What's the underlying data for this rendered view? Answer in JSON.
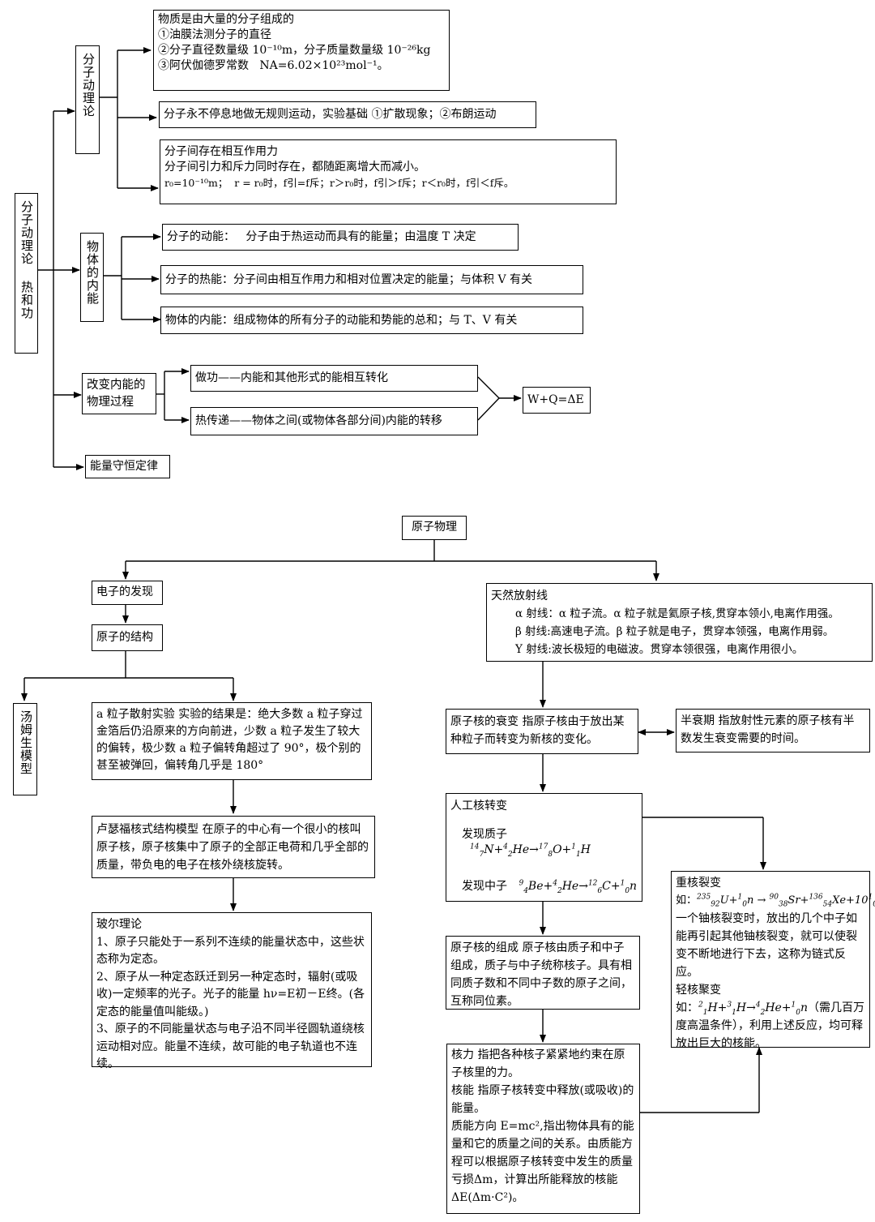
{
  "top": {
    "root": "分子动理论  热和功",
    "theory": "分子动理论",
    "inner_energy": "物体的内能",
    "process": "改变内能的物理过程",
    "conservation": "能量守恒定律",
    "box1": [
      "物质是由大量的分子组成的",
      "①油膜法测分子的直径",
      "②分子直径数量级 10⁻¹⁰m，分子质量数量级 10⁻²⁶kg",
      "③阿伏伽德罗常数   NA=6.02×10²³mol⁻¹。"
    ],
    "box2": "分子永不停息地做无规则运动，实验基础 ①扩散现象；②布朗运动",
    "box3": [
      "分子间存在相互作用力",
      "分子间引力和斥力同时存在，都随距离增大而减小。",
      "r₀=10⁻¹⁰m；  r = r₀时，f引=f斥；r＞r₀时，f引＞f斥；r＜r₀时，f引＜f斥。"
    ],
    "kinetic": "分子的动能：   分子由于热运动而具有的能量；由温度 T 决定",
    "thermal": "分子的热能：分子间由相互作用力和相对位置决定的能量；与体积 V 有关",
    "internal": "物体的内能：组成物体的所有分子的动能和势能的总和；与 T、V 有关",
    "work": "做功——内能和其他形式的能相互转化",
    "heat": "热传递——物体之间(或物体各部分间)内能的转移",
    "formula": "W+Q=ΔE"
  },
  "bottom": {
    "root": "原子物理",
    "electron": "电子的发现",
    "structure": "原子的结构",
    "thomson": "汤姆生模型",
    "alpha": "a 粒子散射实验   实验的结果是：绝大多数 a 粒子穿过金箔后仍沿原来的方向前进，少数 a 粒子发生了较大的偏转，极少数 a 粒子偏转角超过了 90°，极个别的甚至被弹回，偏转角几乎是 180°",
    "rutherford": "卢瑟福核式结构模型   在原子的中心有一个很小的核叫原子核，原子核集中了原子的全部正电荷和几乎全部的质量，带负电的电子在核外绕核旋转。",
    "bohr": [
      "玻尔理论",
      "1、原子只能处于一系列不连续的能量状态中，这些状态称为定态。",
      "2、原子从一种定态跃迁到另一种定态时，辐射(或吸收)一定频率的光子。光子的能量 hν=E初－E终。(各定态的能量值叫能级。)",
      "3、原子的不同能量状态与电子沿不同半径圆轨道绕核运动相对应。能量不连续，故可能的电子轨道也不连续。"
    ],
    "radiation": [
      "天然放射线",
      "α 射线：α 粒子流。α 粒子就是氦原子核,贯穿本领小,电离作用强。",
      "β 射线:高速电子流。β 粒子就是电子，贯穿本领强，电离作用弱。",
      "Υ 射线:波长极短的电磁波。贯穿本领很强，电离作用很小。"
    ],
    "decay": "原子核的衰变   指原子核由于放出某种粒子而转变为新核的变化。",
    "halflife": "半衰期   指放射性元素的原子核有半数发生衰变需要的时间。",
    "artificial": {
      "title": "人工核转变",
      "proton_label": "发现质子",
      "neutron_label": "发现中子"
    },
    "composition": "原子核的组成   原子核由质子和中子组成，质子与中子统称核子。具有相同质子数和不同中子数的原子之间，互称同位素。",
    "nuclear": [
      "核力   指把各种核子紧紧地约束在原子核里的力。",
      "核能   指原子核转变中释放(或吸收)的能量。",
      "质能方向   E=mc²,指出物体具有的能量和它的质量之间的关系。由质能方程可以根据原子核转变中发生的质量亏损Δm，计算出所能释放的核能ΔE(Δm·C²)。"
    ],
    "fission": {
      "title": "重核裂变",
      "prefix": "如：",
      "text": "一个铀核裂变时，放出的几个中子如能再引起其他铀核裂变，就可以使裂变不断地进行下去，这称为链式反应。",
      "fusion_title": "轻核聚变",
      "fusion_prefix": "如：",
      "fusion_text": "（需几百万度高温条件），利用上述反应，均可释放出巨大的核能。"
    }
  }
}
